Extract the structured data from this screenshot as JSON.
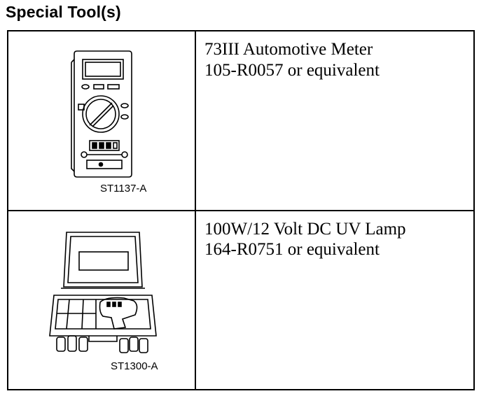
{
  "title": "Special Tool(s)",
  "tools": [
    {
      "code": "ST1137-A",
      "icon": "multimeter-icon",
      "description_lines": [
        "73III Automotive Meter",
        "105-R0057 or equivalent"
      ]
    },
    {
      "code": "ST1300-A",
      "icon": "uv-lamp-kit-icon",
      "description_lines": [
        "100W/12 Volt DC UV Lamp",
        "164-R0751 or equivalent"
      ]
    }
  ]
}
